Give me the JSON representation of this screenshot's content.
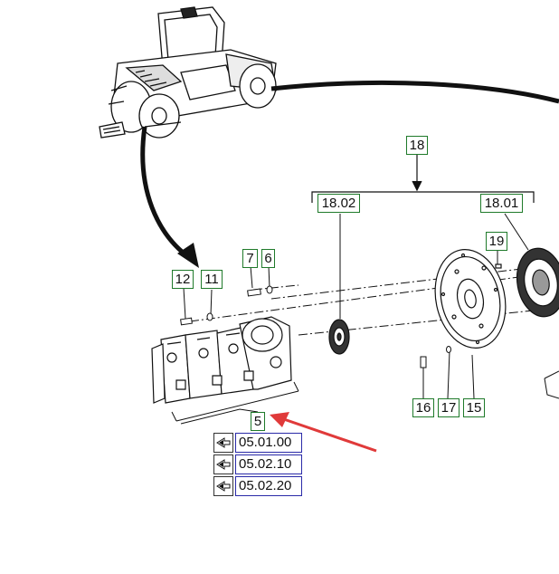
{
  "labels": {
    "c18": "18",
    "c18_02": "18.02",
    "c18_01": "18.01",
    "c19": "19",
    "c12": "12",
    "c11": "11",
    "c7": "7",
    "c6": "6",
    "c16": "16",
    "c17": "17",
    "c15": "15",
    "c5": "5"
  },
  "references": [
    "05.01.00",
    "05.02.10",
    "05.02.20"
  ],
  "colors": {
    "callout_border": "#1f7a2a",
    "reference_border": "#2a2aa8",
    "pointer_arrow": "#e03a3a",
    "line_art": "#111111"
  },
  "icons": [
    "roller-machine-illustration",
    "pump-assembly-illustration",
    "flywheel-plate-illustration",
    "coupling-flange-illustration",
    "gear-hub-illustration",
    "reference-arrow-icon"
  ]
}
